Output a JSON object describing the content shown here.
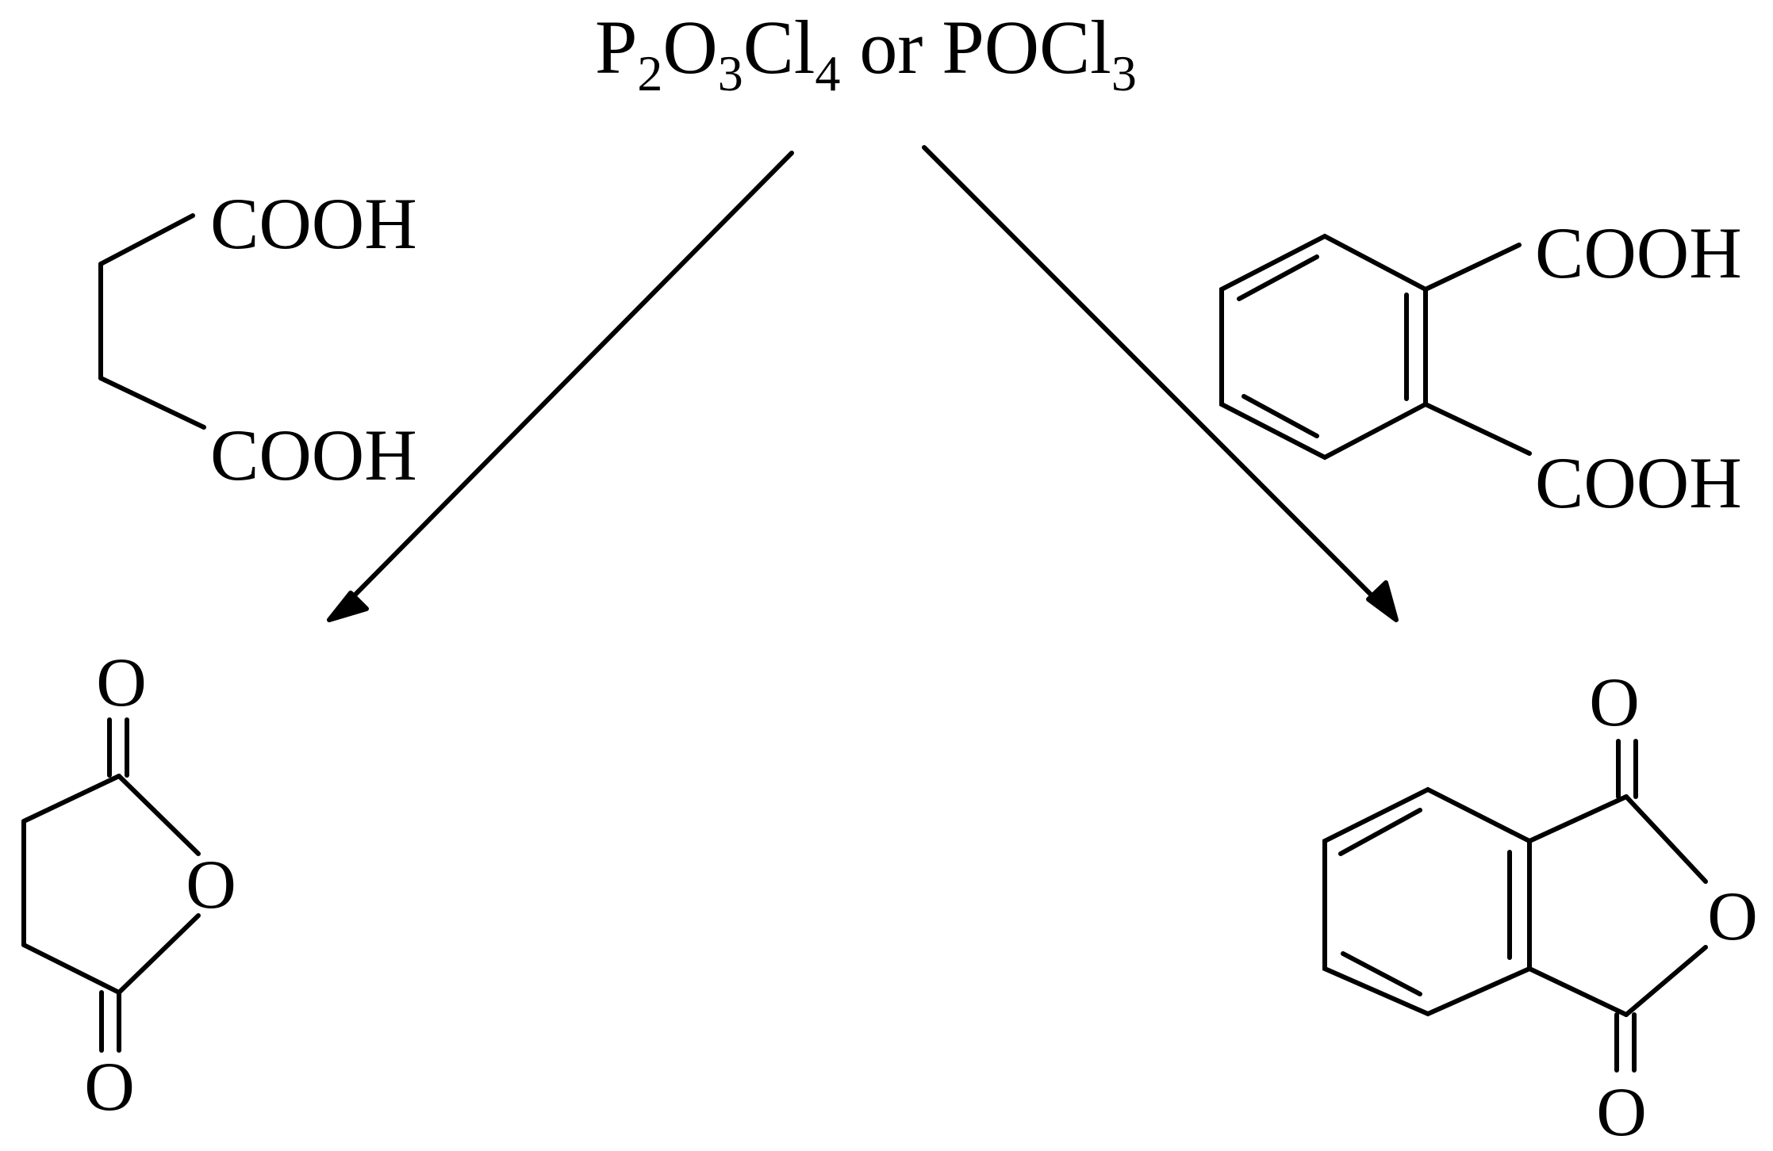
{
  "reagent": {
    "p1": "P",
    "n1": "2",
    "p2": "O",
    "n2": "3",
    "p3": "Cl",
    "n3": "4",
    "p4": " or POCl",
    "n4": "3"
  },
  "succinic_acid": {
    "top_group": "COOH",
    "bottom_group": "COOH"
  },
  "phthalic_acid": {
    "top_group": "COOH",
    "bottom_group": "COOH"
  },
  "succinic_anhydride": {
    "carbonyl_top": "O",
    "ring_oxygen": "O",
    "carbonyl_bottom": "O"
  },
  "phthalic_anhydride": {
    "carbonyl_top": "O",
    "ring_oxygen": "O",
    "carbonyl_bottom": "O"
  }
}
